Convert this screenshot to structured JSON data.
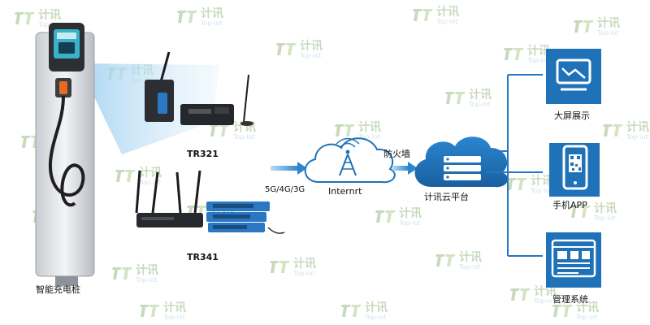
{
  "watermark": {
    "brand": "计讯",
    "latin": "Top-iot"
  },
  "labels": {
    "charger": "智能充电桩",
    "router_1": "TR321",
    "router_2": "TR341",
    "network": "5G/4G/3G",
    "internet": "Internrt",
    "firewall": "防火墙",
    "platform": "计讯云平台",
    "display": "大屏展示",
    "mobile": "手机APP",
    "management": "管理系统"
  },
  "colors": {
    "accent_blue": "#1f72b8",
    "arrow_blue": "#3a8fd6",
    "line_blue": "#2577c2",
    "router_blue": "#2a78c4",
    "watermark_green": "#5a8f3a"
  }
}
